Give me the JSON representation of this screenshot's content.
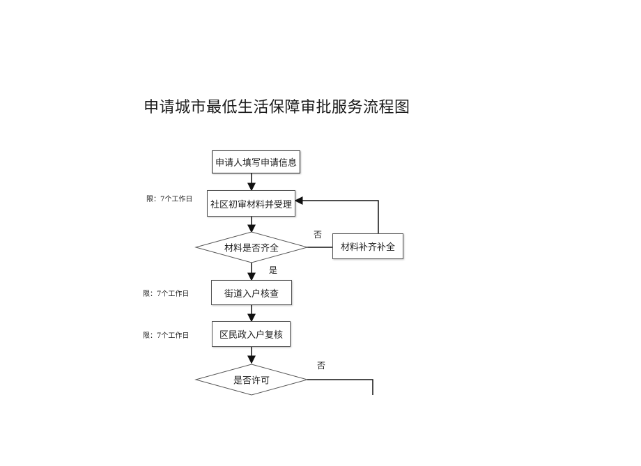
{
  "title": "申请城市最低生活保障审批服务流程图",
  "nodes": {
    "apply": "申请人填写申请信息",
    "community_review": "社区初审材料并受理",
    "materials_complete": "材料是否齐全",
    "supplement": "材料补齐补全",
    "street_check": "街道入户核查",
    "district_recheck": "区民政入户复核",
    "approve": "是否许可"
  },
  "edge_labels": {
    "no_materials": "否",
    "yes_materials": "是",
    "no_approve": "否"
  },
  "time_notes": {
    "community": "限：7个工作日",
    "street": "限：7个工作日",
    "district": "限：7个工作日"
  }
}
